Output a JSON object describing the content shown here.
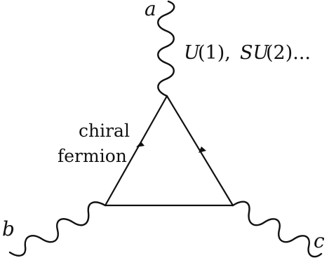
{
  "labels": {
    "a": "a",
    "b": "b",
    "c": "c",
    "gauge_u1": "U",
    "gauge_u1_arg": "(1),",
    "gauge_su2": "SU",
    "gauge_su2_arg": "(2)...",
    "chiral_line1": "chiral",
    "chiral_line2": "fermion"
  }
}
